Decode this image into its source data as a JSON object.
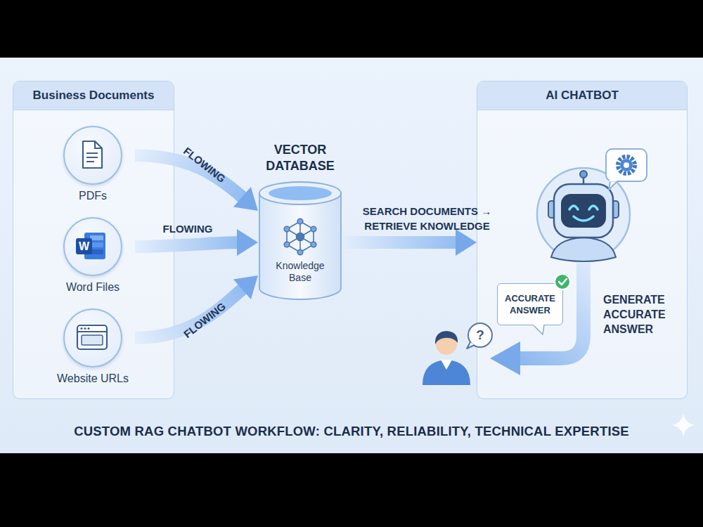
{
  "diagram": {
    "caption": "CUSTOM RAG CHATBOT WORKFLOW: CLARITY, RELIABILITY, TECHNICAL EXPERTISE",
    "nodes": [
      {
        "text": [
          "Business Documents"
        ]
      },
      {
        "text": [
          "PDFs"
        ],
        "in": 0
      },
      {
        "text": [
          "Word Files"
        ],
        "in": 0
      },
      {
        "text": [
          "Website URLs"
        ],
        "in": 0
      },
      {
        "text": [
          "VECTOR DATABASE",
          "Knowledge Base"
        ]
      },
      {
        "text": [
          "AI CHATBOT"
        ]
      },
      {
        "text": [
          "ACCURATE ANSWER"
        ],
        "in": 5
      }
    ],
    "edges": [
      {
        "from": 1,
        "to": 4,
        "label": "FLOWING",
        "arrow": "to"
      },
      {
        "from": 2,
        "to": 4,
        "label": "FLOWING",
        "arrow": "to"
      },
      {
        "from": 3,
        "to": 4,
        "label": "FLOWING",
        "arrow": "to"
      },
      {
        "from": 4,
        "to": 5,
        "label": "SEARCH DOCUMENTS → RETRIEVE KNOWLEDGE",
        "arrow": "to"
      }
    ],
    "labels": [
      "W",
      "GENERATE ACCURATE ANSWER",
      "?"
    ]
  }
}
